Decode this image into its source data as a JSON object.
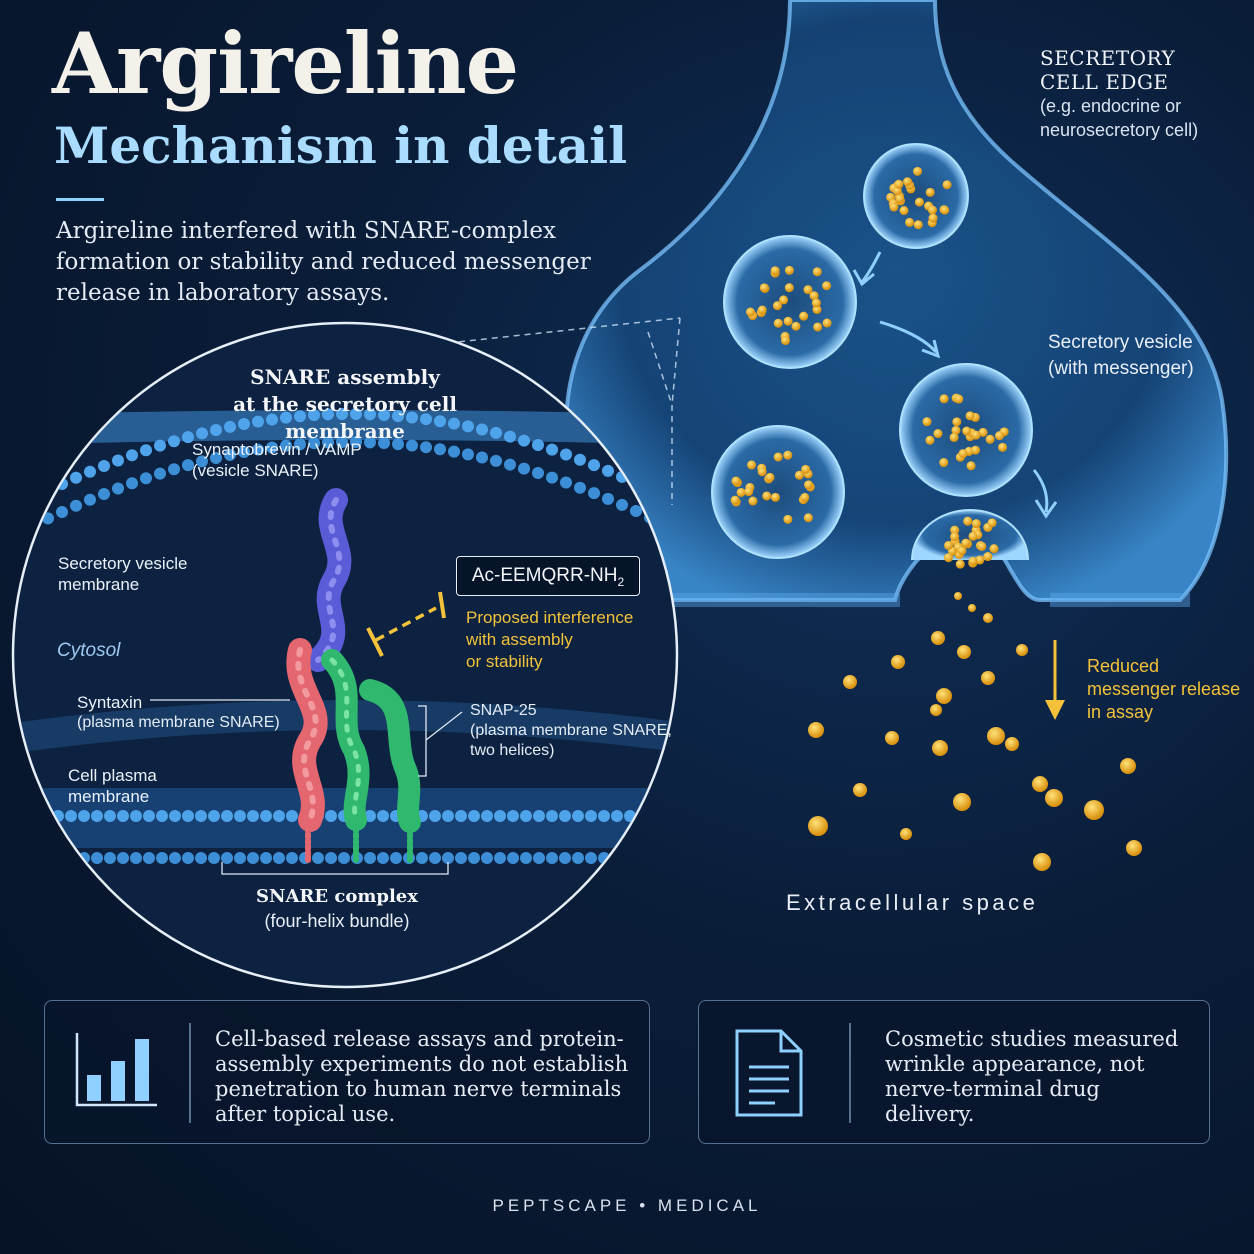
{
  "header": {
    "title": "Argireline",
    "subtitle": "Mechanism in detail",
    "intro": "Argireline interfered with SNARE-complex formation or stability and reduced messenger release in laboratory assays."
  },
  "cell_diagram": {
    "edge_heading_line1": "SECRETORY",
    "edge_heading_line2": "CELL EDGE",
    "edge_example_line1": "(e.g. endocrine or",
    "edge_example_line2": "neurosecretory cell)",
    "vesicle_label_line1": "Secretory vesicle",
    "vesicle_label_line2": "(with messenger)",
    "reduced_label_line1": "Reduced",
    "reduced_label_line2": "messenger release",
    "reduced_label_line3": "in assay",
    "extracellular_label": "Extracellular space"
  },
  "zoom": {
    "title_line1": "SNARE assembly",
    "title_line2": "at the secretory cell membrane",
    "synaptobrevin_line1": "Synaptobrevin / VAMP",
    "synaptobrevin_line2": "(vesicle SNARE)",
    "vesicle_membrane_line1": "Secretory vesicle",
    "vesicle_membrane_line2": "membrane",
    "cytosol": "Cytosol",
    "peptide_main": "Ac-EEMQRR-NH",
    "peptide_sub": "2",
    "proposed_line1": "Proposed interference",
    "proposed_line2": "with assembly",
    "proposed_line3": "or stability",
    "syntaxin_line1": "Syntaxin",
    "syntaxin_line2": "(plasma membrane SNARE)",
    "snap25_line1": "SNAP-25",
    "snap25_line2": "(plasma membrane SNARE,",
    "snap25_line3": "two helices)",
    "plasma_membrane_line1": "Cell plasma",
    "plasma_membrane_line2": "membrane",
    "complex_line1": "SNARE complex",
    "complex_line2": "(four-helix bundle)"
  },
  "cards": {
    "assay_text": "Cell-based release assays and protein-assembly experiments do not establish penetration to human nerve terminals after topical use.",
    "assay_icon": "bar-chart-icon",
    "cosmetic_text": "Cosmetic studies measured wrinkle appearance, not nerve-terminal drug delivery.",
    "cosmetic_icon": "document-icon"
  },
  "footer": "PEPTSCAPE • MEDICAL",
  "colors": {
    "accent_blue": "#8fd0ff",
    "accent_gold": "#f3c23a",
    "syntaxin": "#e4676f",
    "snap25": "#2fb86e",
    "vamp": "#5a5bd6"
  }
}
